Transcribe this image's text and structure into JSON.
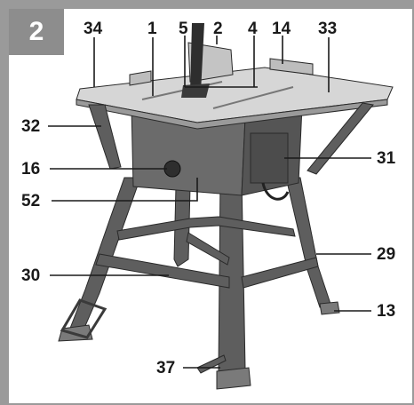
{
  "figure": {
    "number": "2"
  },
  "callouts": {
    "c34": "34",
    "c1": "1",
    "c5": "5",
    "c2": "2",
    "c4": "4",
    "c14": "14",
    "c33": "33",
    "c32": "32",
    "c16": "16",
    "c52": "52",
    "c31": "31",
    "c29": "29",
    "c30": "30",
    "c13": "13",
    "c37": "37"
  }
}
